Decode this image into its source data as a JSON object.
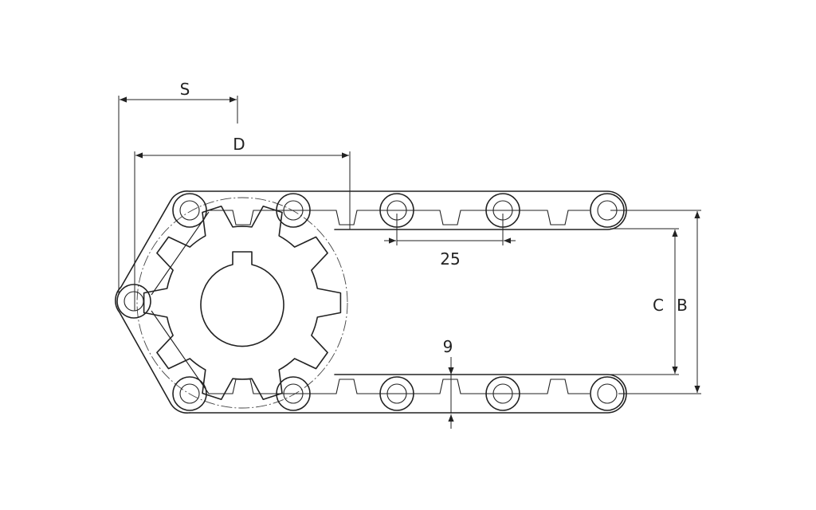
{
  "dimensions": {
    "s": "S",
    "d": "D",
    "pitch": "25",
    "thickness": "9",
    "c": "C",
    "b": "B"
  },
  "colors": {
    "line": "#222222",
    "background": "#ffffff"
  }
}
